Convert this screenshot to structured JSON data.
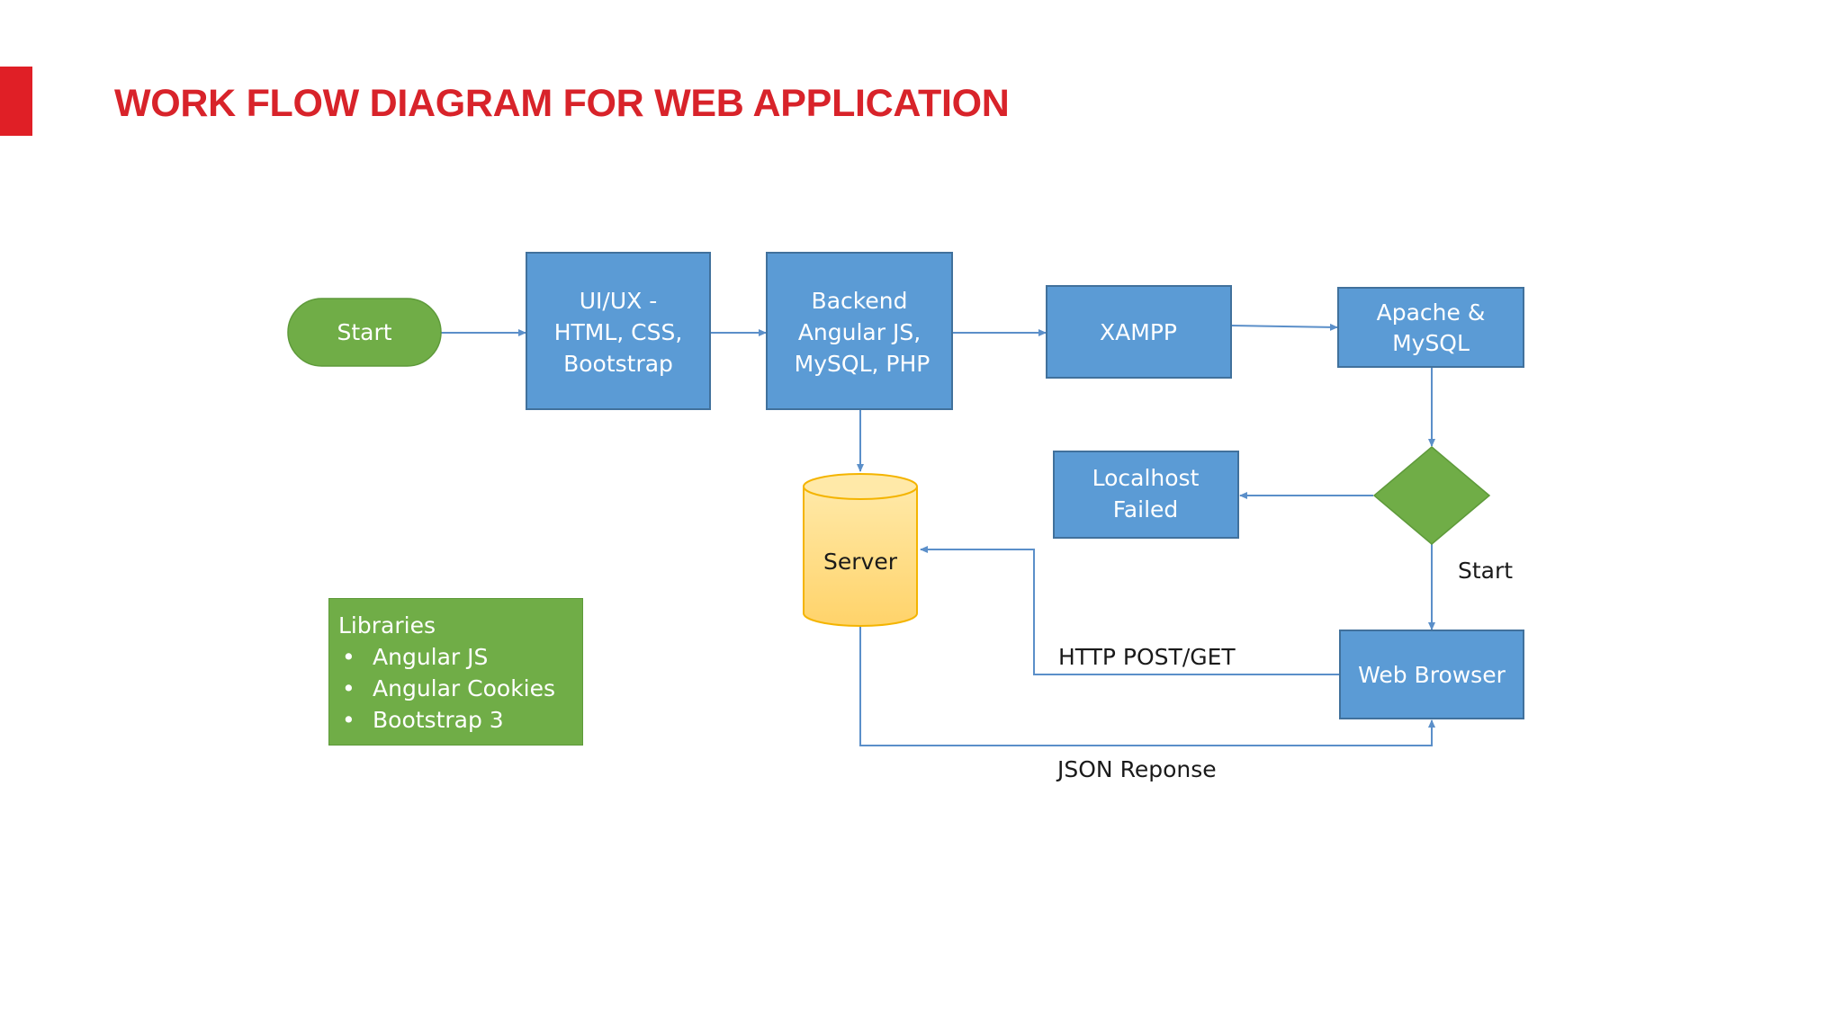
{
  "slide": {
    "title": "WORK FLOW DIAGRAM FOR WEB APPLICATION",
    "accent_color": "#e01f26"
  },
  "nodes": {
    "start": "Start",
    "uiux": [
      "UI/UX -",
      "HTML, CSS,",
      "Bootstrap"
    ],
    "backend": [
      "Backend",
      "Angular JS,",
      "MySQL, PHP"
    ],
    "xampp": "XAMPP",
    "apache": [
      "Apache &",
      "MySQL"
    ],
    "decision": "",
    "localhost": [
      "Localhost",
      "Failed"
    ],
    "server": "Server",
    "web_browser": "Web Browser"
  },
  "edge_labels": {
    "decision_start": "Start",
    "http": "HTTP POST/GET",
    "json": "JSON Reponse"
  },
  "libraries": {
    "title": "Libraries",
    "items": [
      "Angular JS",
      "Angular Cookies",
      "Bootstrap 3"
    ]
  },
  "colors": {
    "process_fill": "#5b9bd5",
    "process_stroke": "#41719c",
    "terminal_fill": "#70ad47",
    "decision_fill": "#70ad47",
    "database_fill": "#ffd966",
    "database_stroke": "#f4b400",
    "connector": "#5b8fc9"
  }
}
